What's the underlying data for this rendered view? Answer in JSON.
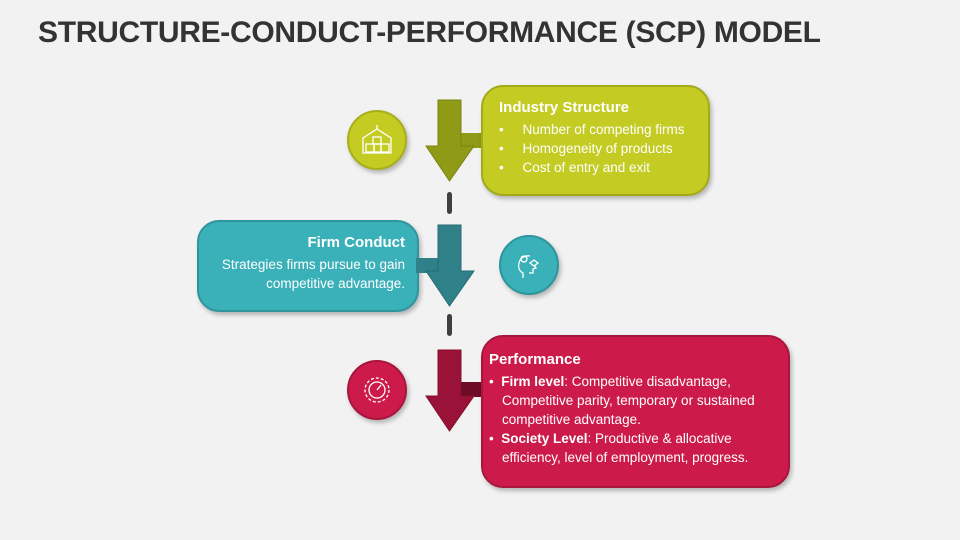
{
  "title": "STRUCTURE-CONDUCT-PERFORMANCE (SCP) MODEL",
  "colors": {
    "structure": "#c4cb22",
    "conduct": "#3ab0b8",
    "performance": "#cc1b4a"
  },
  "structure": {
    "heading": "Industry Structure",
    "items": [
      "Number of competing firms",
      "Homogeneity of products",
      "Cost of entry and exit"
    ],
    "icon": "warehouse-icon"
  },
  "conduct": {
    "heading": "Firm Conduct",
    "text": "Strategies firms pursue to gain competitive advantage.",
    "icon": "head-gears-icon"
  },
  "performance": {
    "heading": "Performance",
    "items": [
      {
        "label": "Firm level",
        "text": ": Competitive disadvantage, Competitive parity, temporary or sustained competitive advantage."
      },
      {
        "label": "Society Level",
        "text": ": Productive & allocative efficiency, level of employment, progress."
      }
    ],
    "icon": "gear-gauge-icon"
  }
}
